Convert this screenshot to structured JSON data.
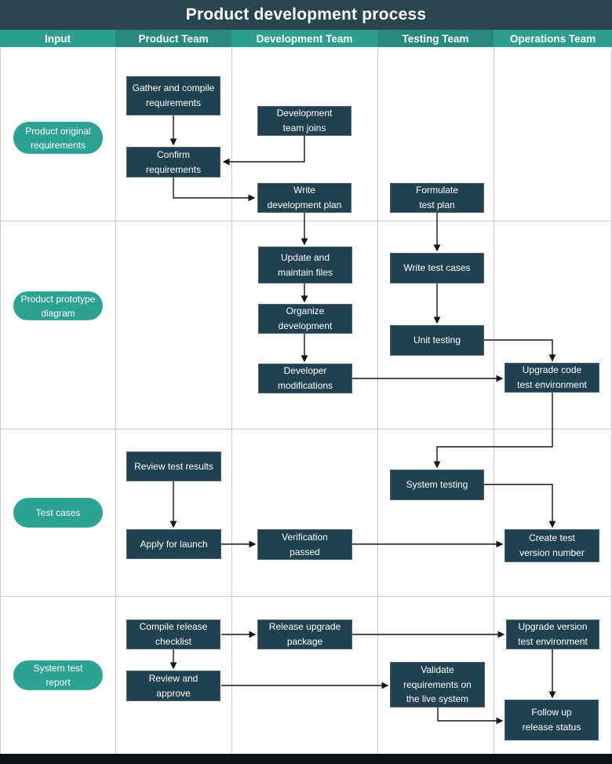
{
  "title": "Product development process",
  "lanes": [
    {
      "label": "Input"
    },
    {
      "label": "Product Team"
    },
    {
      "label": "Development Team"
    },
    {
      "label": "Testing Team"
    },
    {
      "label": "Operations Team"
    }
  ],
  "inputs": [
    {
      "label": "Product original\nrequirements"
    },
    {
      "label": "Product prototype\ndiagram"
    },
    {
      "label": "Test cases"
    },
    {
      "label": "System test\nreport"
    }
  ],
  "nodes": {
    "gather": {
      "label": "Gather and compile\nrequirements"
    },
    "confirm": {
      "label": "Confirm\nrequirements"
    },
    "dev_joins": {
      "label": "Development\nteam joins"
    },
    "write_plan": {
      "label": "Write\ndevelopment plan"
    },
    "formulate": {
      "label": "Formulate\ntest plan"
    },
    "update_files": {
      "label": "Update and\nmaintain files"
    },
    "organize": {
      "label": "Organize\ndevelopment"
    },
    "dev_mods": {
      "label": "Developer\nmodifications"
    },
    "write_cases": {
      "label": "Write test cases"
    },
    "unit_testing": {
      "label": "Unit testing"
    },
    "upgrade_code": {
      "label": "Upgrade code\ntest environment"
    },
    "review_results": {
      "label": "Review test results"
    },
    "apply_launch": {
      "label": "Apply for launch"
    },
    "verification": {
      "label": "Verification\npassed"
    },
    "system_testing": {
      "label": "System testing"
    },
    "create_version": {
      "label": "Create test\nversion number"
    },
    "compile_checklist": {
      "label": "Compile release\nchecklist"
    },
    "release_package": {
      "label": "Release upgrade\npackage"
    },
    "review_approve": {
      "label": "Review and\napprove"
    },
    "validate_live": {
      "label": "Validate\nrequirements on\nthe live system"
    },
    "upgrade_version": {
      "label": "Upgrade version\ntest environment"
    },
    "followup": {
      "label": "Follow up\nrelease status"
    }
  },
  "colors": {
    "title_bar": "#2A4450",
    "lane_header_light": "#2D9E90",
    "lane_header_dark": "#28897E",
    "node_fill": "#214050",
    "node_border": "#4A6674",
    "pill_fill": "#2DA192",
    "connector": "#161616",
    "grid_line": "#CBCBCB",
    "bottom_bar": "#101314"
  }
}
